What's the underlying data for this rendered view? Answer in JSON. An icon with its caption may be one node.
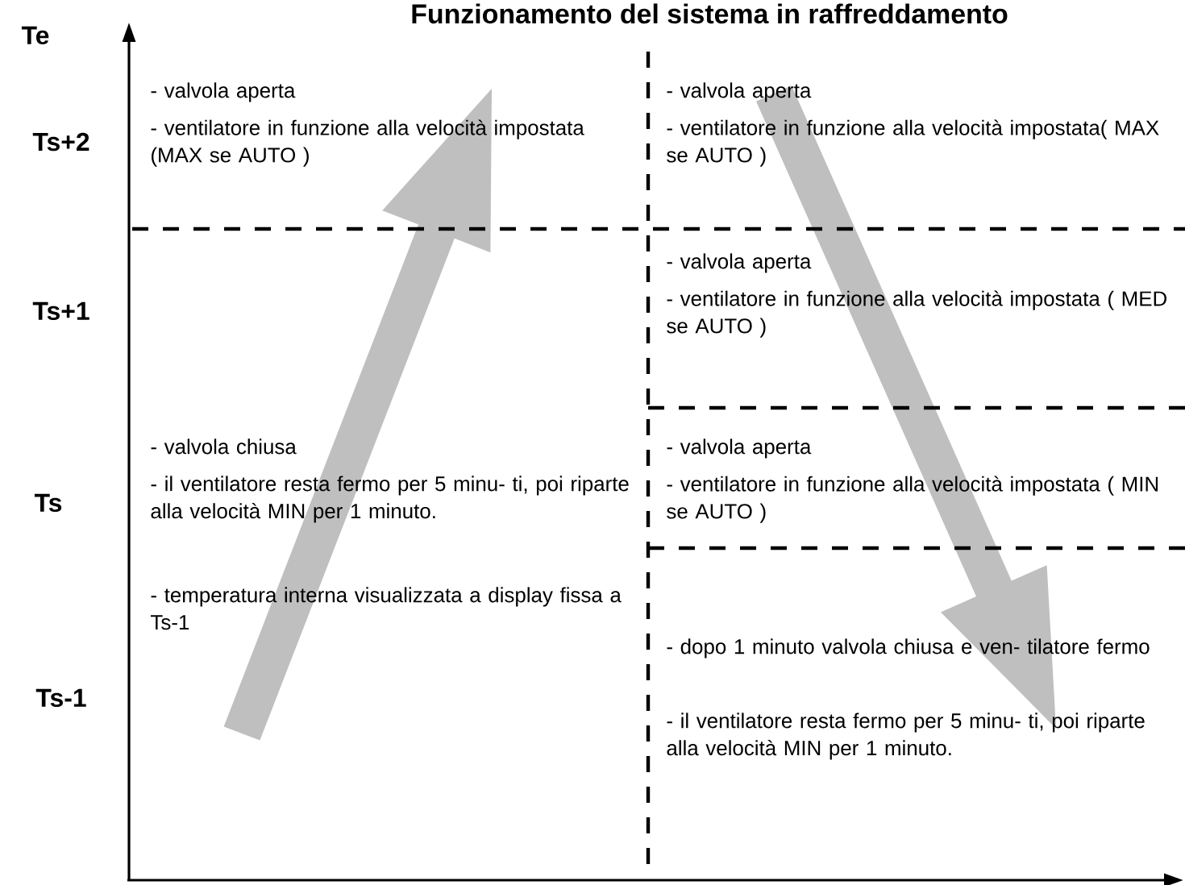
{
  "diagram": {
    "title": "Funzionamento del sistema in raffreddamento",
    "labels": [
      "Te",
      "- valvola aperta",
      "- ventilatore in funzione alla velocità impostata (MAX se AUTO )",
      "- valvola aperta",
      "- ventilatore in funzione alla velocità impostata( MAX se AUTO )",
      "Ts+2",
      "- valvola aperta",
      "- ventilatore in funzione alla velocità impostata ( MED se AUTO )",
      "Ts+1",
      "- valvola chiusa",
      "- il ventilatore resta fermo per 5 minu- ti, poi riparte alla velocità MIN per 1 minuto.",
      "- temperatura interna visualizzata a display fissa a Ts-1",
      "- valvola aperta",
      "- ventilatore in funzione alla velocità impostata ( MIN se AUTO )",
      "Ts",
      "- dopo 1 minuto valvola chiusa e ven- tilatore fermo",
      "- il ventilatore resta fermo per 5 minu- ti, poi riparte alla velocità MIN per 1 minuto.",
      "Ts-1"
    ]
  }
}
